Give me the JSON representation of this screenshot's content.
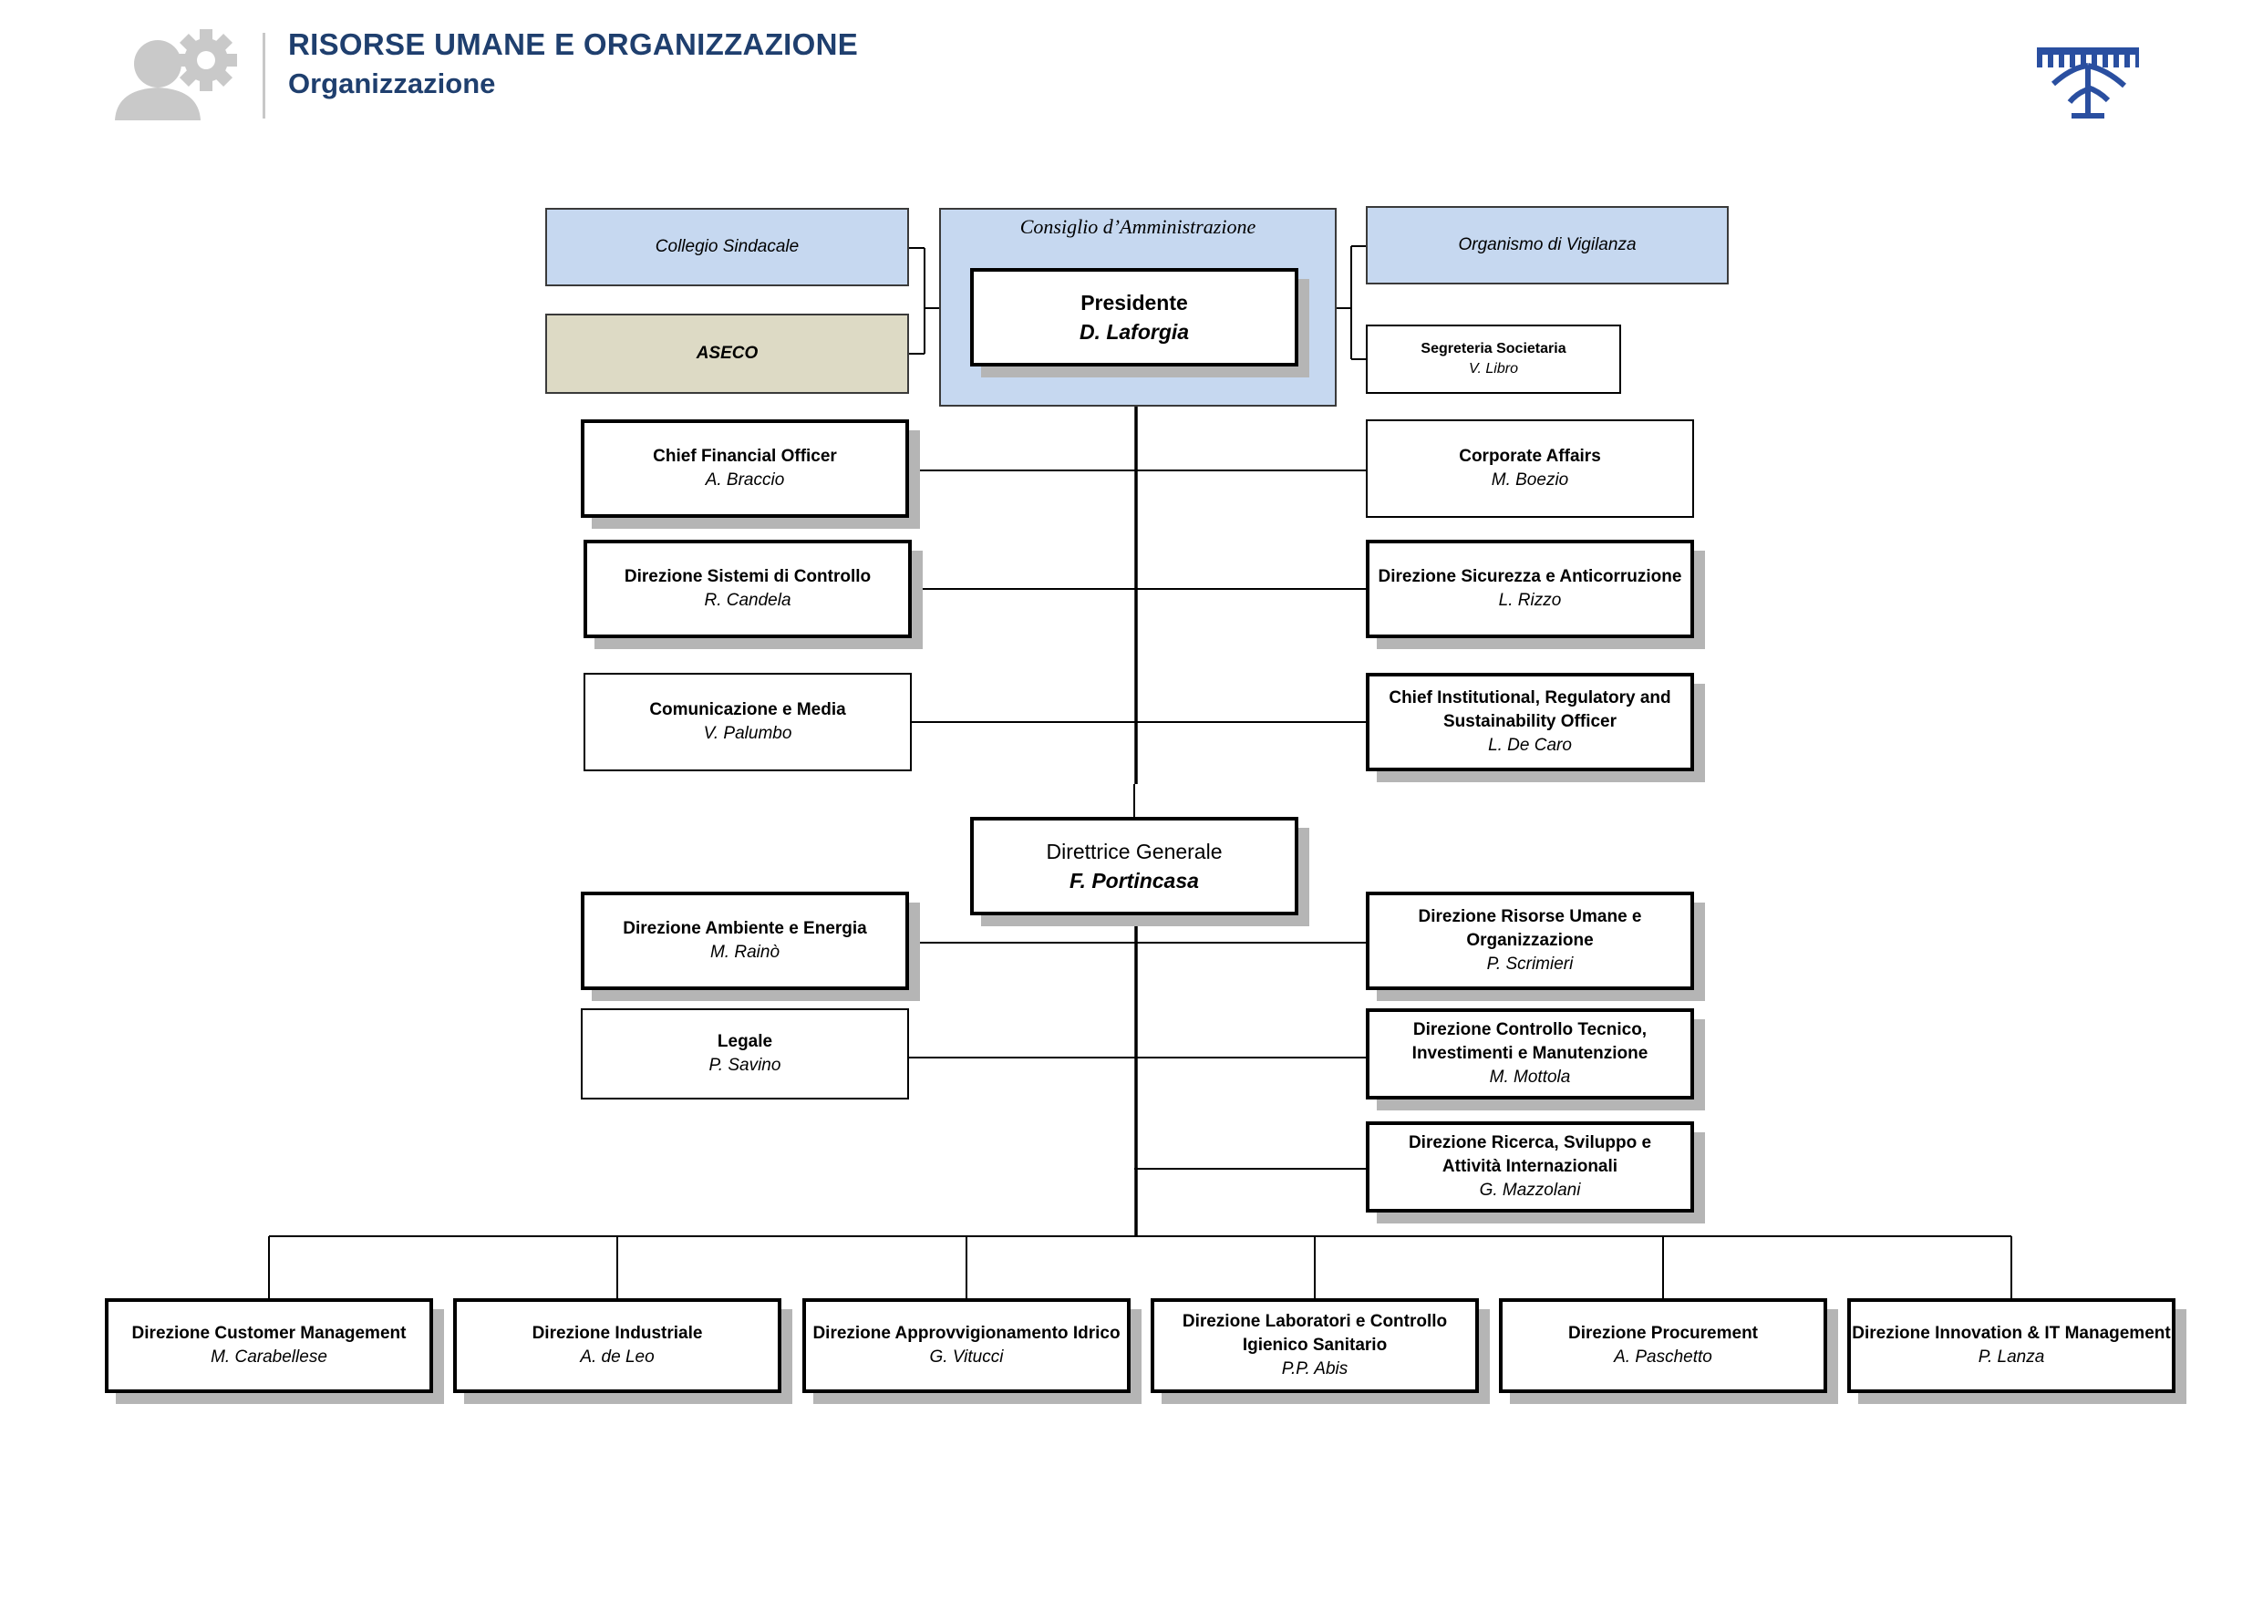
{
  "header": {
    "title": "RISORSE UMANE E ORGANIZZAZIONE",
    "subtitle": "Organizzazione"
  },
  "board": {
    "label": "Consiglio d’Amministrazione",
    "collegio": "Collegio Sindacale",
    "aseco": "ASECO",
    "organismo": "Organismo di Vigilanza",
    "presidente": {
      "title": "Presidente",
      "name": "D. Laforgia"
    },
    "segreteria": {
      "title": "Segreteria Societaria",
      "name": "V. Libro"
    }
  },
  "staff": {
    "cfo": {
      "title": "Chief Financial Officer",
      "name": "A. Braccio"
    },
    "corporate": {
      "title": "Corporate Affairs",
      "name": "M. Boezio"
    },
    "controllo": {
      "title": "Direzione Sistemi di Controllo",
      "name": "R. Candela"
    },
    "sicurezza": {
      "title": "Direzione Sicurezza e Anticorruzione",
      "name": "L. Rizzo"
    },
    "comunicazione": {
      "title": "Comunicazione e Media",
      "name": "V. Palumbo"
    },
    "institutional": {
      "title": "Chief Institutional, Regulatory and Sustainability Officer",
      "name": "L. De Caro"
    }
  },
  "dg": {
    "title": "Direttrice Generale",
    "name": "F. Portincasa"
  },
  "dg_staff": {
    "ambiente": {
      "title": "Direzione Ambiente e Energia",
      "name": "M. Rainò"
    },
    "risorse": {
      "title": "Direzione Risorse Umane e Organizzazione",
      "name": "P. Scrimieri"
    },
    "legale": {
      "title": "Legale",
      "name": "P. Savino"
    },
    "tecnico": {
      "title": "Direzione Controllo Tecnico, Investimenti e Manutenzione",
      "name": "M. Mottola"
    },
    "ricerca": {
      "title": "Direzione Ricerca, Sviluppo e Attività Internazionali",
      "name": "G. Mazzolani"
    }
  },
  "operations": [
    {
      "title": "Direzione Customer Management",
      "name": "M. Carabellese"
    },
    {
      "title": "Direzione Industriale",
      "name": "A. de Leo"
    },
    {
      "title": "Direzione Approvvigionamento Idrico",
      "name": "G. Vitucci"
    },
    {
      "title": "Direzione Laboratori e Controllo Igienico Sanitario",
      "name": "P.P. Abis"
    },
    {
      "title": "Direzione Procurement",
      "name": "A. Paschetto"
    },
    {
      "title": "Direzione Innovation & IT Management",
      "name": "P. Lanza"
    }
  ],
  "colors": {
    "header_text": "#1f3f6e",
    "board_fill": "#c6d8f0",
    "aseco_fill": "#dddac5",
    "shadow": "#b5b5b5"
  },
  "icons": {
    "header": "people-gear-icon",
    "logo": "aqueduct-tree-logo"
  }
}
